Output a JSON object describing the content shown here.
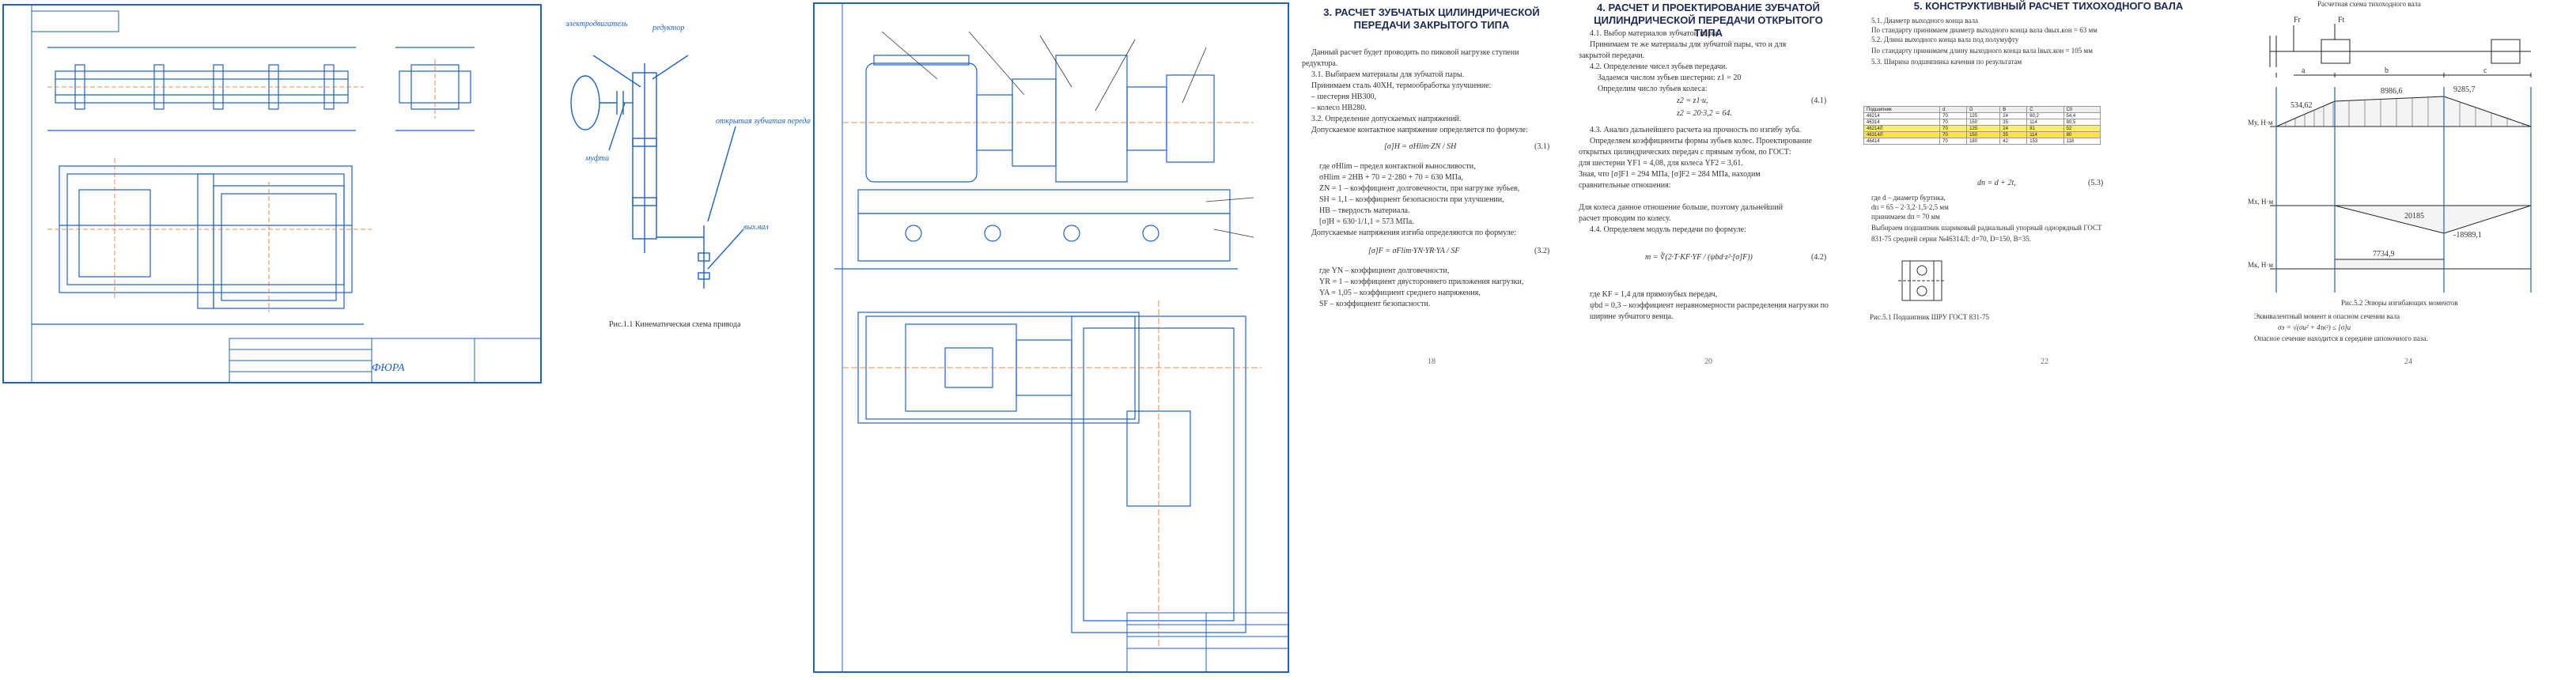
{
  "sheet1": {
    "caption": "Рис.1.1 Кинематическая схема привода",
    "labels": {
      "motor": "электродвигатель",
      "coupling": "муфта",
      "gearbox": "редуктор",
      "open_gear": "открытая зубчатая передача",
      "output": "вых.вал"
    },
    "stamp": "ФЮРА"
  },
  "sheet3": {
    "title": "3. РАСЧЕТ ЗУБЧАТЫХ ЦИЛИНДРИЧЕСКОЙ ПЕРЕДАЧИ ЗАКРЫТОГО ТИПА",
    "lines": [
      "Данный расчет будет проводить по пиковой нагрузке ступени",
      "редуктора.",
      "3.1. Выбираем материалы для зубчатой пары.",
      "Принимаем сталь 40ХН, термообработка улучшение:",
      "– шестерня НВ300,",
      "– колесо НВ280.",
      "3.2. Определение допускаемых напряжений.",
      "Допускаемое контактное напряжение определяется по формуле:",
      "где σHlim – предел контактной выносливости,",
      "σHlim = 2HB + 70 = 2·280 + 70 = 630 МПа,",
      "ZN = 1 – коэффициент долговечности, при нагрузке зубьев,",
      "SH = 1,1 – коэффициент безопасности при улучшении,",
      "НВ – твердость материала.",
      "[σ]H = 630·1/1,1 = 573 МПа.",
      "Допускаемые напряжения изгиба определяются по формуле:",
      "где YN – коэффициент долговечности,",
      "YR = 1 – коэффициент двустороннего приложения нагрузки,",
      "YA = 1,05 – коэффициент среднего напряжения,",
      "SF – коэффициент безопасности."
    ],
    "formula1": "[σ]H = σHlim·ZN / SH",
    "formula1_no": "(3.1)",
    "formula2": "[σ]F = σFlim·YN·YR·YA / SF",
    "formula2_no": "(3.2)"
  },
  "sheet4": {
    "title": "4. РАСЧЕТ И ПРОЕКТИРОВАНИЕ ЗУБЧАТОЙ ЦИЛИНДРИЧЕСКОЙ ПЕРЕДАЧИ ОТКРЫТОГО ТИПА",
    "lines": [
      "4.1. Выбор материалов зубчатой пары.",
      "Принимаем те же материалы для зубчатой пары, что и для",
      "закрытой передачи.",
      "4.2. Определение чисел зубьев передачи.",
      "Задаемся числом зубьев шестерни: z1 = 20",
      "Определим число зубьев колеса:",
      "4.3. Анализ дальнейшего расчета на прочность по изгибу зуба.",
      "Определяем коэффициенты формы зубьев колес. Проектирование",
      "открытых цилиндрических передач с прямым зубом, по ГОСТ:",
      "для шестерни YF1 = 4,08, для колеса YF2 = 3,61.",
      "Зная, что [σ]F1 = 294 МПа, [σ]F2 = 284 МПа, находим",
      "сравнительные отношения:",
      "Для колеса данное отношение больше, поэтому дальнейший",
      "расчет проводим по колесу.",
      "4.4. Определяем модуль передачи по формуле:",
      "где KF = 1,4 для прямозубых передач,",
      "ψbd = 0,3 – коэффициент неравномерности распределения нагрузки по",
      "ширине зубчатого венца."
    ],
    "formula1": "z2 = z1·u,",
    "formula1b": "z2 = 20·3,2 = 64.",
    "formula1_no": "(4.1)",
    "formula2": "m = ∛(2·T·KF·YF / (ψbd·z²·[σ]F))",
    "formula2_no": "(4.2)"
  },
  "sheet5": {
    "title": "5. КОНСТРУКТИВНЫЙ РАСЧЕТ ТИХОХОДНОГО ВАЛА",
    "lines": [
      "5.1. Диаметр выходного конца вала",
      "По стандарту принимаем диаметр выходного конца вала dвых.кон = 63 мм",
      "5.2. Длина выходного конца вала под полумуфту",
      "По стандарту принимаем длину выходного конца вала lвых.кон = 105 мм",
      "5.3. Ширина подшипника качения по результатам",
      "где d – диаметр буртика,",
      "dп = 65 – 2·3,2·1,5·2,5 мм",
      "принимаем dп = 70 мм",
      "Выбираем подшипник шариковый радиальный упорный однорядный ГОСТ",
      "831-75 средней серии №46314Л: d=70, D=150, B=35."
    ],
    "formula": "dп = d + 2t,",
    "formula_no": "(5.3)",
    "fig_caption": "Рис.5.1 Подшипник ШРУ ГОСТ 831-75",
    "table_rows": [
      [
        "Подшипник",
        "d",
        "D",
        "B",
        "C",
        "C0"
      ],
      [
        "46214",
        "70",
        "125",
        "24",
        "80,2",
        "54,4"
      ],
      [
        "46314",
        "70",
        "150",
        "35",
        "114",
        "80,5"
      ],
      [
        "46214Л",
        "70",
        "125",
        "24",
        "81",
        "52"
      ],
      [
        "46314Л",
        "70",
        "150",
        "35",
        "114",
        "80"
      ],
      [
        "46414",
        "70",
        "180",
        "42",
        "153",
        "118"
      ]
    ]
  },
  "sheet6": {
    "title": "Расчетная схема тихоходного вала",
    "caption": "Рис.5.2 Эпюры изгибающих моментов",
    "lines": [
      "Эквивалентный момент в опасном сечении вала",
      "σэ = √(σи² + 4τк²) ≤ [σ]и",
      "Опасное сечение находится в середине шпоночного паза."
    ],
    "values": {
      "m1": "534,62",
      "m2": "8986,6",
      "m3": "9285,7",
      "m4": "20185",
      "m5": "-18989,1",
      "m6": "7734,9"
    },
    "axis_labels": {
      "a": "a",
      "b": "b",
      "c": "c",
      "fr": "Fr",
      "ft": "Ft",
      "mx": "Mx, H·м",
      "my": "My, H·м",
      "mk": "Mк, H·м"
    }
  },
  "page_numbers": {
    "p3": "18",
    "p4": "20",
    "p5": "22",
    "p6": "24"
  }
}
